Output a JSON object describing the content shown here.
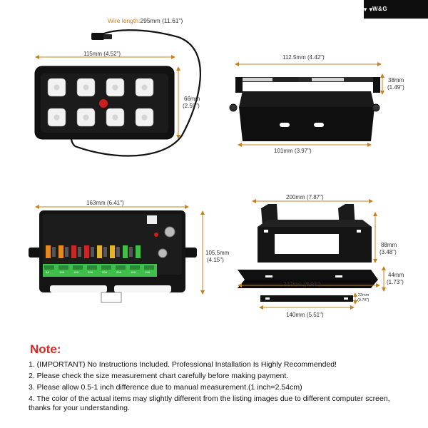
{
  "brand": {
    "name": "W&G"
  },
  "wire": {
    "label": "Wire length:",
    "value": "295mm  (11.61\")"
  },
  "panel": {
    "width": "115mm  (4.52\")",
    "height": "66mm",
    "height_in": "(2.59\")"
  },
  "bracket1": {
    "top_width": "112.5mm  (4.42\")",
    "height": "38mm",
    "height_in": "(1.49\")",
    "bottom_width": "101mm  (3.97\")"
  },
  "fusebox": {
    "width": "163mm  (6.41\")",
    "height": "105.5mm",
    "height_in": "(4.15\")",
    "fuse_labels": [
      "5A",
      "10A",
      "10A",
      "20A",
      "20A",
      "20A",
      "10A",
      "10A"
    ]
  },
  "bracket2": {
    "top_width": "200mm  (7.87\")",
    "height": "88mm",
    "height_in": "(3.48\")",
    "plate_height": "44mm",
    "plate_height_in": "(1.73\")",
    "plate_width": "227mm  (8.93\")",
    "strip_height": "22mm",
    "strip_height_in": "(0.78\")",
    "strip_width": "140mm  (5.51\")"
  },
  "notes": {
    "title": "Note:",
    "items": [
      "1. (IMPORTANT) No Instructions Included. Professional Installation Is Highly Recommended!",
      "2. Please check the size measurement chart carefully before making payment.",
      "3. Please allow 0.5-1 inch difference due to manual measurement.(1 inch=2.54cm)",
      "4. The color of the actual items may slightly different from the listing images due to different computer screen, thanks for your understanding."
    ]
  },
  "colors": {
    "accent_orange": "#c8801e",
    "note_red": "#e0261e",
    "fuse_green": "#3fbf4a",
    "fuse_orange": "#e78a1e",
    "fuse_red": "#c8262a",
    "fuse_yellow": "#e2b42a"
  }
}
